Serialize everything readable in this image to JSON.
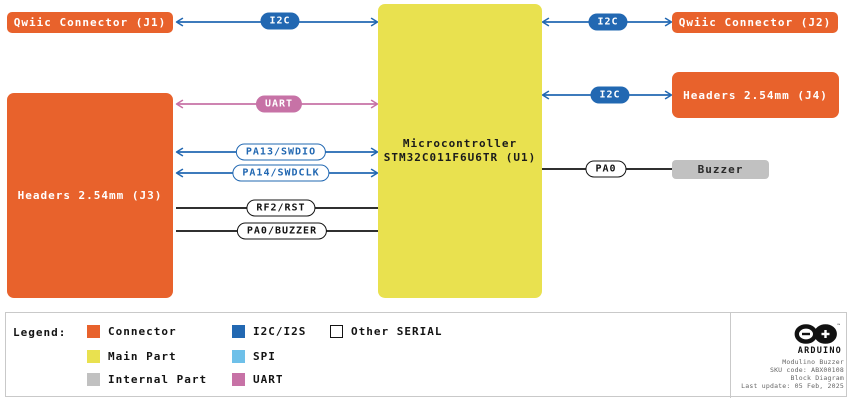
{
  "colors": {
    "connector": "#E8622C",
    "main_part": "#E9E14F",
    "internal_part": "#C1C1C1",
    "i2c_i2s": "#2268B2",
    "spi": "#6EC0E9",
    "uart": "#C772A6",
    "other_serial": "#FFFFFF"
  },
  "diagram": {
    "blocks": {
      "j1": "Qwiic Connector (J1)",
      "j2": "Qwiic Connector (J2)",
      "j3": "Headers 2.54mm (J3)",
      "j4": "Headers 2.54mm (J4)",
      "u1_line1": "Microcontroller",
      "u1_line2": "STM32C011F6U6TR (U1)",
      "buzzer": "Buzzer"
    },
    "labels": {
      "i2c_j1": "I2C",
      "i2c_j2": "I2C",
      "i2c_j4": "I2C",
      "uart": "UART",
      "swdio": "PA13/SWDIO",
      "swdclk": "PA14/SWDCLK",
      "rst": "RF2/RST",
      "pa0_buzzer": "PA0/BUZZER",
      "pa0": "PA0"
    }
  },
  "legend": {
    "title": "Legend:",
    "items": [
      {
        "label": "Connector",
        "color": "#E8622C"
      },
      {
        "label": "Main Part",
        "color": "#E9E14F"
      },
      {
        "label": "Internal Part",
        "color": "#C1C1C1"
      },
      {
        "label": "I2C/I2S",
        "color": "#2268B2"
      },
      {
        "label": "SPI",
        "color": "#6EC0E9"
      },
      {
        "label": "UART",
        "color": "#C772A6"
      },
      {
        "label": "Other SERIAL",
        "color": "#FFFFFF"
      }
    ]
  },
  "footer": {
    "brand": "ARDUINO",
    "trademark": "™",
    "product": "Modulino Buzzer",
    "sku": "SKU code: ABX00108",
    "doc_type": "Block Diagram",
    "last_update": "Last update: 05 Feb, 2025"
  }
}
